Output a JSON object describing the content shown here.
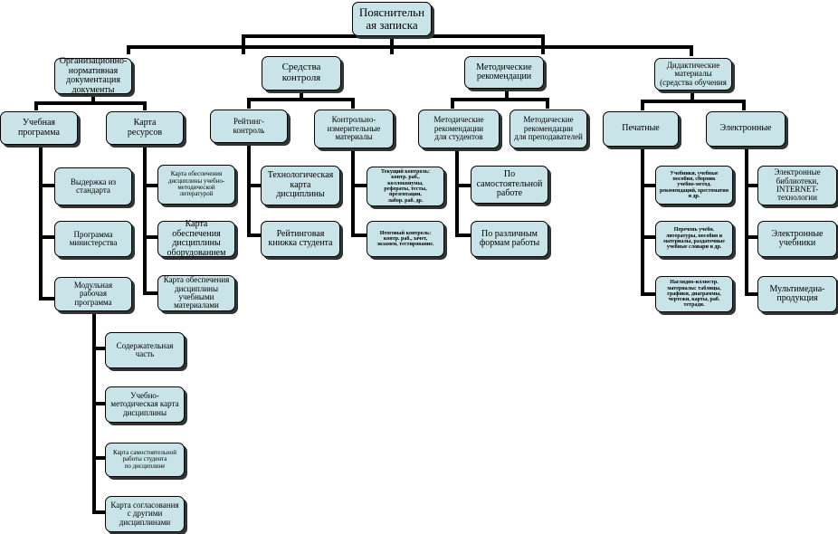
{
  "root": "Пояснительн\nая записка",
  "level1": {
    "org_docs": "Организационно-\nнормативная\nдокументация\nдокументы",
    "control": "Средства\nконтроля",
    "method": "Методические\nрекомендации",
    "didactic": "Дидактические\nматериалы\n(средства обучения"
  },
  "level2": {
    "program": "Учебная\nпрограмма",
    "resources": "Карта\nресурсов",
    "rating": "Рейтинг-\nконтроль",
    "kim": "Контрольно-\nизмерительные\nматериалы",
    "for_students": "Методические\nрекомендации\nдля студентов",
    "for_teachers": "Методические\nрекомендации\nдля преподавателей",
    "printed": "Печатные",
    "electronic": "Электронные"
  },
  "program_items": [
    "Выдержка из\nстандарта",
    "Программа\nминистерства",
    "Модульная\nрабочая\nпрограмма"
  ],
  "module_items": [
    "Содержательная\nчасть",
    "Учебно-\nметодическая карта\nдисциплины",
    "Карта самостоятельной\nработы студента\nпо дисциплине",
    "Карта согласования\nс другими\nдисциплинами"
  ],
  "resource_items": [
    "Карта обеспечения\nдисциплины учебно-\nметодической\nлитературой",
    "Карта\nобеспечения\nдисциплины\nоборудованием",
    "Карта обеспечения\nдисциплины\nучебными\nматериалами"
  ],
  "rating_items": [
    "Технологическая\nкарта\nдисциплины",
    "Рейтинговая\nкнижка студента"
  ],
  "kim_items": [
    "Текущий контроль:\nконтр. раб.,\nколлоквиумы,\nрефераты, тесты,\nпрезентации,\nлабор. раб. др.",
    "Итоговый контроль:\nконтр. раб., зачет,\nэкзамен, тестирование."
  ],
  "student_items": [
    "По\nсамостоятельной\nработе",
    "По различным\nформам работы"
  ],
  "printed_items": [
    "Учебники, учебные\nпособия, сборник\nучебно-метод.\nрекомендаций, хрестоматия\nи др.",
    "Перечень учебн.\nлитературы, пособия и\nматериалы, раздаточные\nучебные словари и др.",
    "Наглядно-иллюстр.\nматериалы: таблицы,\nграфики, диаграммы,\nчертежи, карты, раб.\nтетради."
  ],
  "electronic_items": [
    "Электронные\nбиблиотеки,\nINTERNET-\nтехнологии",
    "Электронные\nучебники",
    "Мультимедиа-\nпродукция"
  ]
}
